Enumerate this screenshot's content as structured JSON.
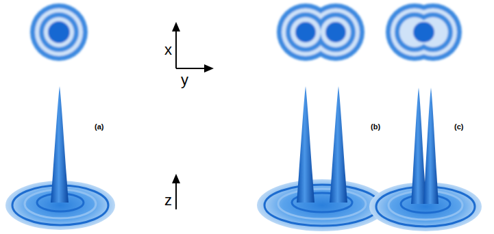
{
  "diagram": {
    "labels": [
      "x",
      "y",
      "z",
      "(a)",
      "(b)",
      "(c)"
    ]
  }
}
